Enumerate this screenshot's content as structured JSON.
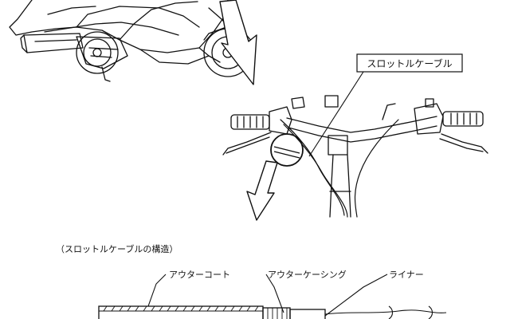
{
  "labels": {
    "throttle_cable": "スロットルケーブル",
    "structure_caption": "（スロットルケーブルの構造）",
    "outer_coat": "アウターコート",
    "outer_casing": "アウターケーシング",
    "liner": "ライナー"
  },
  "colors": {
    "ink": "#111111",
    "paper": "#ffffff"
  }
}
